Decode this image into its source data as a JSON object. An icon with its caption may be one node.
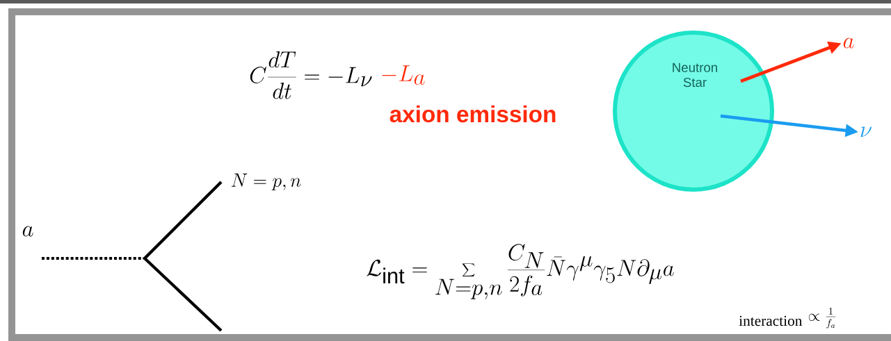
{
  "diagram": {
    "nodes": [
      {
        "text": [
          "Neutron Star"
        ]
      },
      {
        "text": [
          "a"
        ]
      },
      {
        "text": [
          "\\nu"
        ]
      }
    ],
    "edges": [
      {
        "from": 0,
        "to": 1,
        "arrow": "to",
        "color": "#ff2a0a"
      },
      {
        "from": 0,
        "to": 2,
        "arrow": "to",
        "color": "#1a9cf0"
      }
    ],
    "labels": [
      "C\\frac{dT}{dt} = -L_\\nu",
      "-L_a",
      "axion emission",
      "a",
      "N = p, n",
      "\\mathcal{L}_{\\rm int} = \\sum_{N=p,n} \\frac{C_N}{2f_a} \\bar{N}\\gamma^\\mu\\gamma_5 N\\partial_\\mu a",
      "interaction",
      "\\propto \\frac{1}{f_a}"
    ]
  }
}
